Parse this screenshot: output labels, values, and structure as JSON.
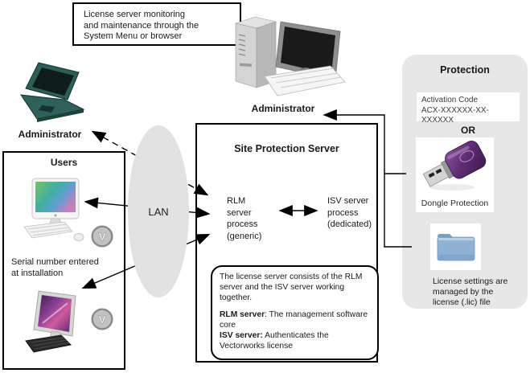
{
  "callout": {
    "text": "License server monitoring\nand maintenance through the\nSystem Menu or browser"
  },
  "admin_top": {
    "label": "Administrator"
  },
  "admin_left": {
    "label": "Administrator"
  },
  "users_box": {
    "title": "Users",
    "serial_note": "Serial number entered\nat installation"
  },
  "lan": {
    "label": "LAN"
  },
  "server_box": {
    "title": "Site Protection Server",
    "rlm_process": "RLM\nserver\nprocess\n(generic)",
    "isv_process": "ISV server\nprocess\n(dedicated)",
    "note": {
      "intro": "The license server consists of the RLM\nserver and the ISV server working\ntogether.",
      "rlm_label": "RLM server",
      "rlm_text": ": The management software\ncore",
      "isv_label": "ISV server:",
      "isv_text": " Authenticates the\nVectorworks license"
    }
  },
  "protection": {
    "title": "Protection",
    "activation_line1": "Activation Code",
    "activation_line2": "ACX-XXXXXX-XX-XXXXXX",
    "or_label": "OR",
    "dongle_label": "Dongle Protection",
    "license_note": "License settings are\nmanaged by the\nlicense (.lic) file"
  },
  "icons": {
    "vectorworks_logo": "V"
  },
  "colors": {
    "panel_bg": "#e7e7e7",
    "lan_bg": "#e2e2e2",
    "line": "#000000",
    "dongle_purple": "#5e2c72",
    "folder_blue": "#8fb2d4"
  }
}
